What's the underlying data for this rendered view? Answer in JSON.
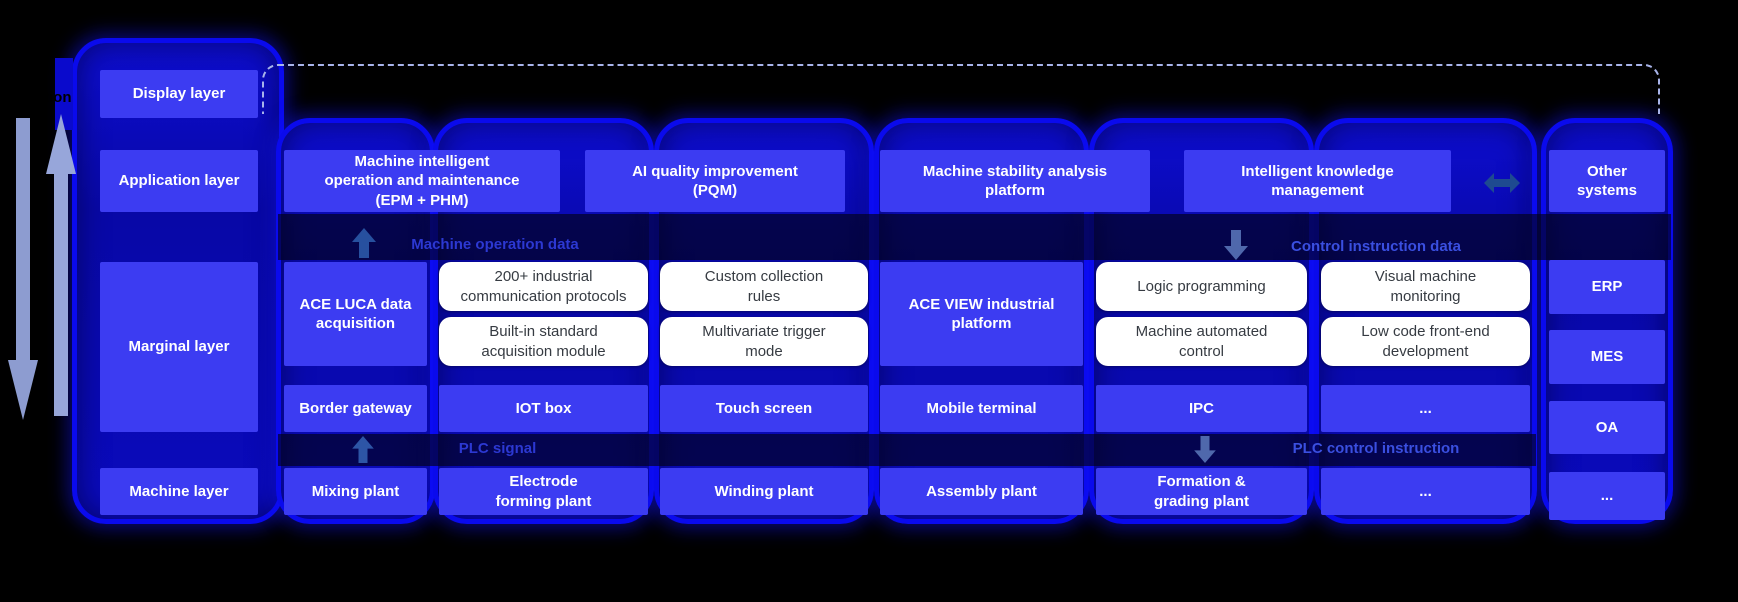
{
  "colors": {
    "box_blue": "#3c3cf2",
    "panel_blue": "#0a0abd",
    "glow_blue": "#0a0aed",
    "white_box_bg": "#ffffff",
    "white_box_text": "#363b42",
    "flow_label_left": "#2c38d2",
    "flow_label_right": "#3a4fe0",
    "dashed_line": "#a8b4ea",
    "side_arrow": "#92a1d4"
  },
  "clipped_edge_label": "tion",
  "layers": {
    "display": "Display layer",
    "application": "Application layer",
    "marginal": "Marginal layer",
    "machine": "Machine layer"
  },
  "application_row": {
    "epm_phm": "Machine intelligent\noperation and maintenance\n(EPM + PHM)",
    "pqm": "AI quality improvement\n(PQM)",
    "stability": "Machine stability analysis\nplatform",
    "knowledge": "Intelligent knowledge\nmanagement",
    "other_systems": "Other\nsystems"
  },
  "flow_labels": {
    "machine_operation_data": "Machine operation data",
    "control_instruction_data": "Control instruction data",
    "plc_signal": "PLC signal",
    "plc_control_instruction": "PLC control instruction"
  },
  "marginal_row": {
    "ace_luca": "ACE LUCA data\nacquisition",
    "ace_view": "ACE VIEW industrial\nplatform",
    "acquisition_features": [
      "200+ industrial\ncommunication protocols",
      "Built-in standard\nacquisition module"
    ],
    "collection_features": [
      "Custom collection\nrules",
      "Multivariate trigger\nmode"
    ],
    "control_features": [
      "Logic programming",
      "Machine automated\ncontrol"
    ],
    "visual_features": [
      "Visual machine\nmonitoring",
      "Low code front-end\ndevelopment"
    ]
  },
  "device_row": [
    "Border gateway",
    "IOT box",
    "Touch screen",
    "Mobile terminal",
    "IPC",
    "..."
  ],
  "machine_row": [
    "Mixing plant",
    "Electrode\nforming plant",
    "Winding plant",
    "Assembly plant",
    "Formation &\ngrading plant",
    "..."
  ],
  "external_systems": [
    "ERP",
    "MES",
    "OA",
    "..."
  ]
}
